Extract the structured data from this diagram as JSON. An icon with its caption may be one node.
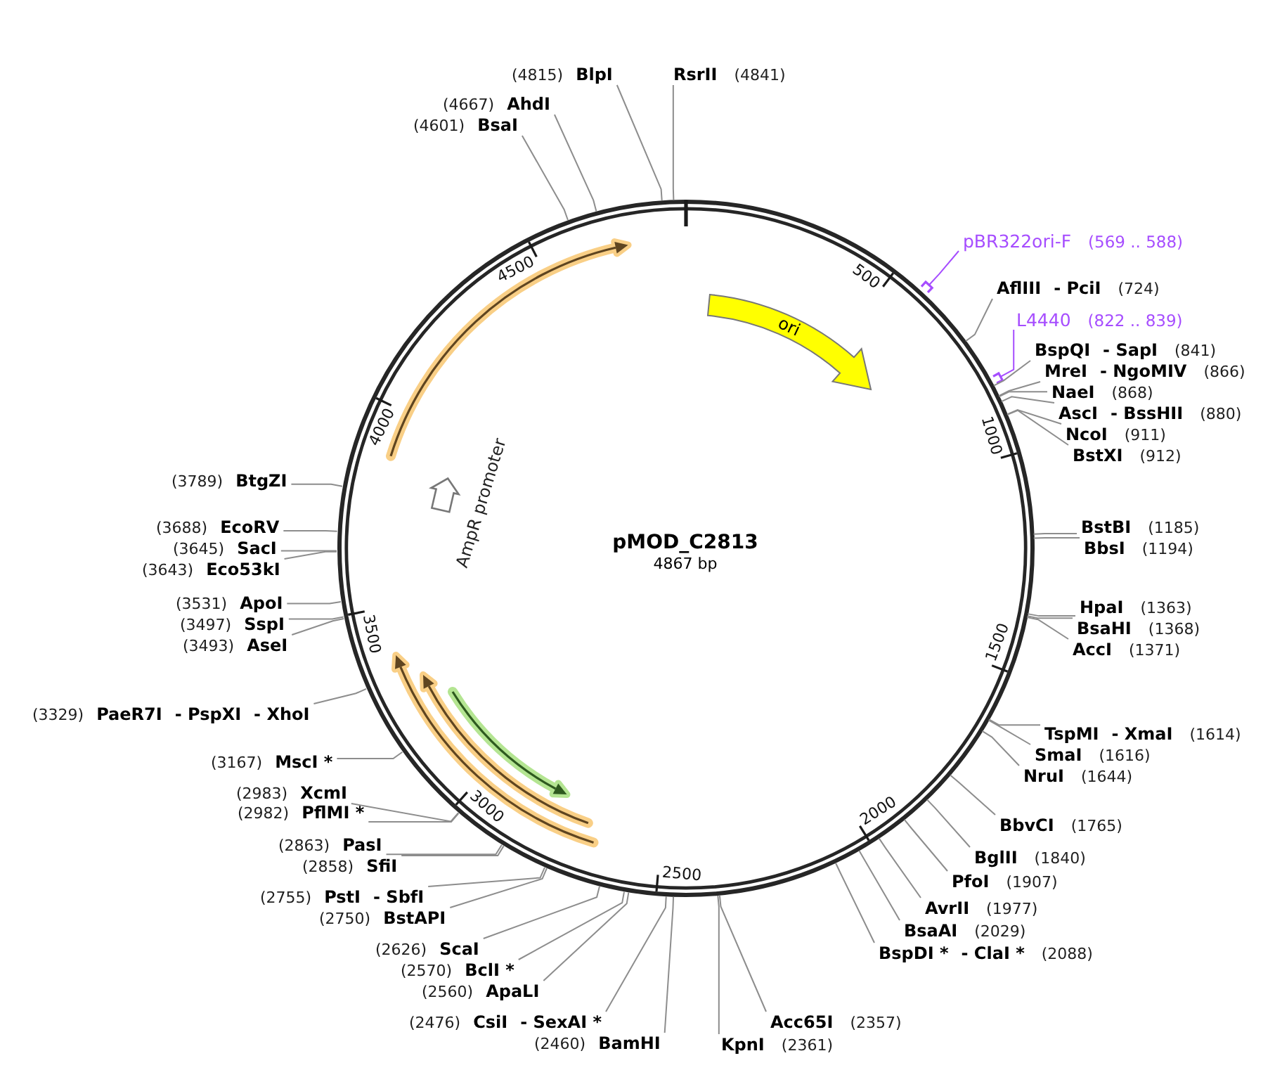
{
  "diagram": {
    "nodes": [
      {
        "text": [
          "pMOD_C2813",
          "4867 bp"
        ]
      },
      {
        "text": [
          "ori"
        ],
        "in": 0
      },
      {
        "text": [],
        "shape": "arrow",
        "beside": [
          "AmpR promoter"
        ],
        "in": 0
      },
      {
        "text": [],
        "shape": "bar"
      },
      {
        "text": [],
        "shape": "bar"
      },
      {
        "text": [
          "pBR322ori-F",
          "(569 .. 588)"
        ]
      },
      {
        "text": [
          "AflIII",
          "- PciI",
          "(724)"
        ]
      },
      {
        "text": [
          "L4440",
          "(822 .. 839)"
        ]
      },
      {
        "text": [
          "BspQI",
          "- SapI",
          "(841)"
        ]
      },
      {
        "text": [
          "MreI",
          "- NgoMIV",
          "(866)"
        ]
      },
      {
        "text": [
          "NaeI",
          "(868)"
        ]
      },
      {
        "text": [
          "AscI",
          "- BssHII",
          "(880)"
        ]
      },
      {
        "text": [
          "NcoI",
          "(911)"
        ]
      },
      {
        "text": [
          "BstXI",
          "(912)"
        ]
      },
      {
        "text": [
          "BstBI",
          "(1185)"
        ]
      },
      {
        "text": [
          "BbsI",
          "(1194)"
        ]
      },
      {
        "text": [
          "HpaI",
          "(1363)"
        ]
      },
      {
        "text": [
          "BsaHI",
          "(1368)"
        ]
      },
      {
        "text": [
          "AccI",
          "(1371)"
        ]
      },
      {
        "text": [
          "TspMI",
          "- XmaI",
          "(1614)"
        ]
      },
      {
        "text": [
          "SmaI",
          "(1616)"
        ]
      },
      {
        "text": [
          "NruI",
          "(1644)"
        ]
      },
      {
        "text": [
          "BbvCI",
          "(1765)"
        ]
      },
      {
        "text": [
          "BglII",
          "(1840)"
        ]
      },
      {
        "text": [
          "PfoI",
          "(1907)"
        ]
      },
      {
        "text": [
          "AvrII",
          "(1977)"
        ]
      },
      {
        "text": [
          "BsaAI",
          "(2029)"
        ]
      },
      {
        "text": [
          "BspDI *",
          "- ClaI *",
          "(2088)"
        ]
      },
      {
        "text": [
          "Acc65I",
          "(2357)"
        ]
      },
      {
        "text": [
          "KpnI",
          "(2361)"
        ]
      },
      {
        "text": [
          "(2460)",
          "BamHI"
        ]
      },
      {
        "text": [
          "(2476)",
          "CsiI",
          "- SexAI *"
        ]
      },
      {
        "text": [
          "(2560)",
          "ApaLI"
        ]
      },
      {
        "text": [
          "(2570)",
          "BclI *"
        ]
      },
      {
        "text": [
          "(2626)",
          "ScaI"
        ]
      },
      {
        "text": [
          "(2750)",
          "BstAPI"
        ]
      },
      {
        "text": [
          "(2755)",
          "PstI",
          "- SbfI"
        ]
      },
      {
        "text": [
          "(2858)",
          "SfiI"
        ]
      },
      {
        "text": [
          "(2863)",
          "PasI"
        ]
      },
      {
        "text": [
          "(2982)",
          "PflMI *"
        ]
      },
      {
        "text": [
          "(2983)",
          "XcmI"
        ]
      },
      {
        "text": [
          "(3167)",
          "MscI *"
        ]
      },
      {
        "text": [
          "(3329)",
          "PaeR7I",
          "- PspXI",
          "- XhoI"
        ]
      },
      {
        "text": [
          "(3493)",
          "AseI"
        ]
      },
      {
        "text": [
          "(3497)",
          "SspI"
        ]
      },
      {
        "text": [
          "(3531)",
          "ApoI"
        ]
      },
      {
        "text": [
          "(3643)",
          "Eco53kI"
        ]
      },
      {
        "text": [
          "(3645)",
          "SacI"
        ]
      },
      {
        "text": [
          "(3688)",
          "EcoRV"
        ]
      },
      {
        "text": [
          "(3789)",
          "BtgZI"
        ]
      },
      {
        "text": [
          "(4601)",
          "BsaI"
        ]
      },
      {
        "text": [
          "(4667)",
          "AhdI"
        ]
      },
      {
        "text": [
          "(4815)",
          "BlpI"
        ]
      },
      {
        "text": [
          "RsrII",
          "(4841)"
        ]
      }
    ],
    "edges": [
      {
        "from": 5,
        "to": 3,
        "arrow": "none",
        "color": "#a64dff"
      },
      {
        "from": 6,
        "to": 0,
        "arrow": "none"
      },
      {
        "from": 7,
        "to": 4,
        "arrow": "none",
        "color": "#a64dff"
      },
      {
        "from": 8,
        "to": 0,
        "arrow": "none"
      },
      {
        "from": 9,
        "to": 0,
        "arrow": "none"
      },
      {
        "from": 10,
        "to": 0,
        "arrow": "none"
      },
      {
        "from": 11,
        "to": 0,
        "arrow": "none"
      },
      {
        "from": 12,
        "to": 0,
        "arrow": "none"
      },
      {
        "from": 13,
        "to": 0,
        "arrow": "none"
      },
      {
        "from": 14,
        "to": 0,
        "arrow": "none"
      },
      {
        "from": 15,
        "to": 0,
        "arrow": "none"
      },
      {
        "from": 16,
        "to": 0,
        "arrow": "none"
      },
      {
        "from": 17,
        "to": 0,
        "arrow": "none"
      },
      {
        "from": 18,
        "to": 0,
        "arrow": "none"
      },
      {
        "from": 19,
        "to": 0,
        "arrow": "none"
      },
      {
        "from": 20,
        "to": 0,
        "arrow": "none"
      },
      {
        "from": 21,
        "to": 0,
        "arrow": "none"
      },
      {
        "from": 22,
        "to": 0,
        "arrow": "none"
      },
      {
        "from": 23,
        "to": 0,
        "arrow": "none"
      },
      {
        "from": 24,
        "to": 0,
        "arrow": "none"
      },
      {
        "from": 25,
        "to": 0,
        "arrow": "none"
      },
      {
        "from": 26,
        "to": 0,
        "arrow": "none"
      },
      {
        "from": 27,
        "to": 0,
        "arrow": "none"
      },
      {
        "from": 28,
        "to": 0,
        "arrow": "none"
      },
      {
        "from": 29,
        "to": 0,
        "arrow": "none"
      },
      {
        "from": 30,
        "to": 0,
        "arrow": "none"
      },
      {
        "from": 31,
        "to": 0,
        "arrow": "none"
      },
      {
        "from": 32,
        "to": 0,
        "arrow": "none"
      },
      {
        "from": 33,
        "to": 0,
        "arrow": "none"
      },
      {
        "from": 34,
        "to": 0,
        "arrow": "none"
      },
      {
        "from": 35,
        "to": 0,
        "arrow": "none"
      },
      {
        "from": 36,
        "to": 0,
        "arrow": "none"
      },
      {
        "from": 37,
        "to": 0,
        "arrow": "none"
      },
      {
        "from": 38,
        "to": 0,
        "arrow": "none"
      },
      {
        "from": 39,
        "to": 0,
        "arrow": "none"
      },
      {
        "from": 40,
        "to": 0,
        "arrow": "none"
      },
      {
        "from": 41,
        "to": 0,
        "arrow": "none"
      },
      {
        "from": 42,
        "to": 0,
        "arrow": "none"
      },
      {
        "from": 43,
        "to": 0,
        "arrow": "none"
      },
      {
        "from": 44,
        "to": 0,
        "arrow": "none"
      },
      {
        "from": 45,
        "to": 0,
        "arrow": "none"
      },
      {
        "from": 46,
        "to": 0,
        "arrow": "none"
      },
      {
        "from": 47,
        "to": 0,
        "arrow": "none"
      },
      {
        "from": 48,
        "to": 0,
        "arrow": "none"
      },
      {
        "from": 49,
        "to": 0,
        "arrow": "none"
      },
      {
        "from": 50,
        "to": 0,
        "arrow": "none"
      },
      {
        "from": 51,
        "to": 0,
        "arrow": "none"
      },
      {
        "from": 52,
        "to": 0,
        "arrow": "none"
      },
      {
        "from": 53,
        "to": 0,
        "arrow": "none"
      }
    ],
    "labels": [
      "500",
      "1000",
      "1500",
      "2000",
      "2500",
      "3000",
      "3500",
      "4000",
      "4500"
    ]
  }
}
